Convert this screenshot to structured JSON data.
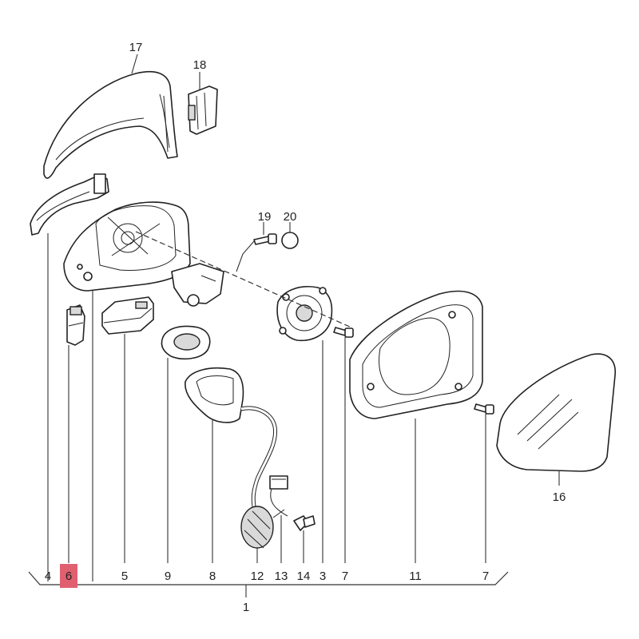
{
  "diagram": {
    "highlight_color": "#e06070",
    "highlighted_part": "6",
    "parts": [
      {
        "id": "p17",
        "label": "17",
        "name": "mirror-cover-cap"
      },
      {
        "id": "p18",
        "label": "18",
        "name": "clip-bracket"
      },
      {
        "id": "p19",
        "label": "19",
        "name": "screw"
      },
      {
        "id": "p20",
        "label": "20",
        "name": "o-ring"
      },
      {
        "id": "p4",
        "label": "4",
        "name": "turn-signal-lens"
      },
      {
        "id": "p6",
        "label": "6",
        "name": "bulb-socket"
      },
      {
        "id": "p5",
        "label": "5",
        "name": "puddle-lamp"
      },
      {
        "id": "p9",
        "label": "9",
        "name": "gasket"
      },
      {
        "id": "p8",
        "label": "8",
        "name": "base-cover"
      },
      {
        "id": "p12",
        "label": "12",
        "name": "wiring-harness"
      },
      {
        "id": "p13",
        "label": "13",
        "name": "connector"
      },
      {
        "id": "p14",
        "label": "14",
        "name": "small-connector"
      },
      {
        "id": "p3",
        "label": "3",
        "name": "adjustment-motor"
      },
      {
        "id": "p7a",
        "label": "7",
        "name": "screw"
      },
      {
        "id": "p11",
        "label": "11",
        "name": "mirror-housing"
      },
      {
        "id": "p7b",
        "label": "7",
        "name": "screw"
      },
      {
        "id": "p16",
        "label": "16",
        "name": "mirror-glass"
      },
      {
        "id": "p1",
        "label": "1",
        "name": "complete-assembly"
      }
    ]
  }
}
